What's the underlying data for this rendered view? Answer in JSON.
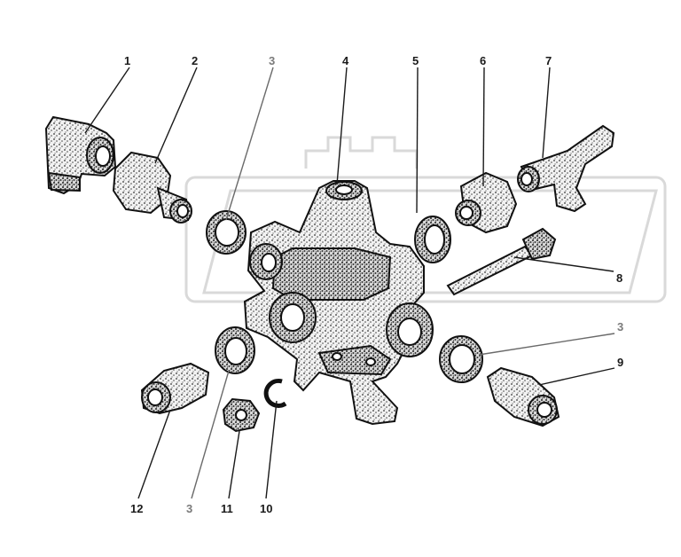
{
  "callouts": [
    {
      "id": "c1",
      "label": "1"
    },
    {
      "id": "c2",
      "label": "2"
    },
    {
      "id": "c3a",
      "label": "3"
    },
    {
      "id": "c4",
      "label": "4"
    },
    {
      "id": "c5",
      "label": "5"
    },
    {
      "id": "c6",
      "label": "6"
    },
    {
      "id": "c7",
      "label": "7"
    },
    {
      "id": "c8",
      "label": "8"
    },
    {
      "id": "c3b",
      "label": "3"
    },
    {
      "id": "c9",
      "label": "9"
    },
    {
      "id": "c12",
      "label": "12"
    },
    {
      "id": "c3c",
      "label": "3"
    },
    {
      "id": "c11",
      "label": "11"
    },
    {
      "id": "c10",
      "label": "10"
    }
  ],
  "colors": {
    "ink": "#1a1a1a",
    "gray_label": "#7a7a7a",
    "watermark": "#d9d9d9",
    "background": "#ffffff"
  }
}
